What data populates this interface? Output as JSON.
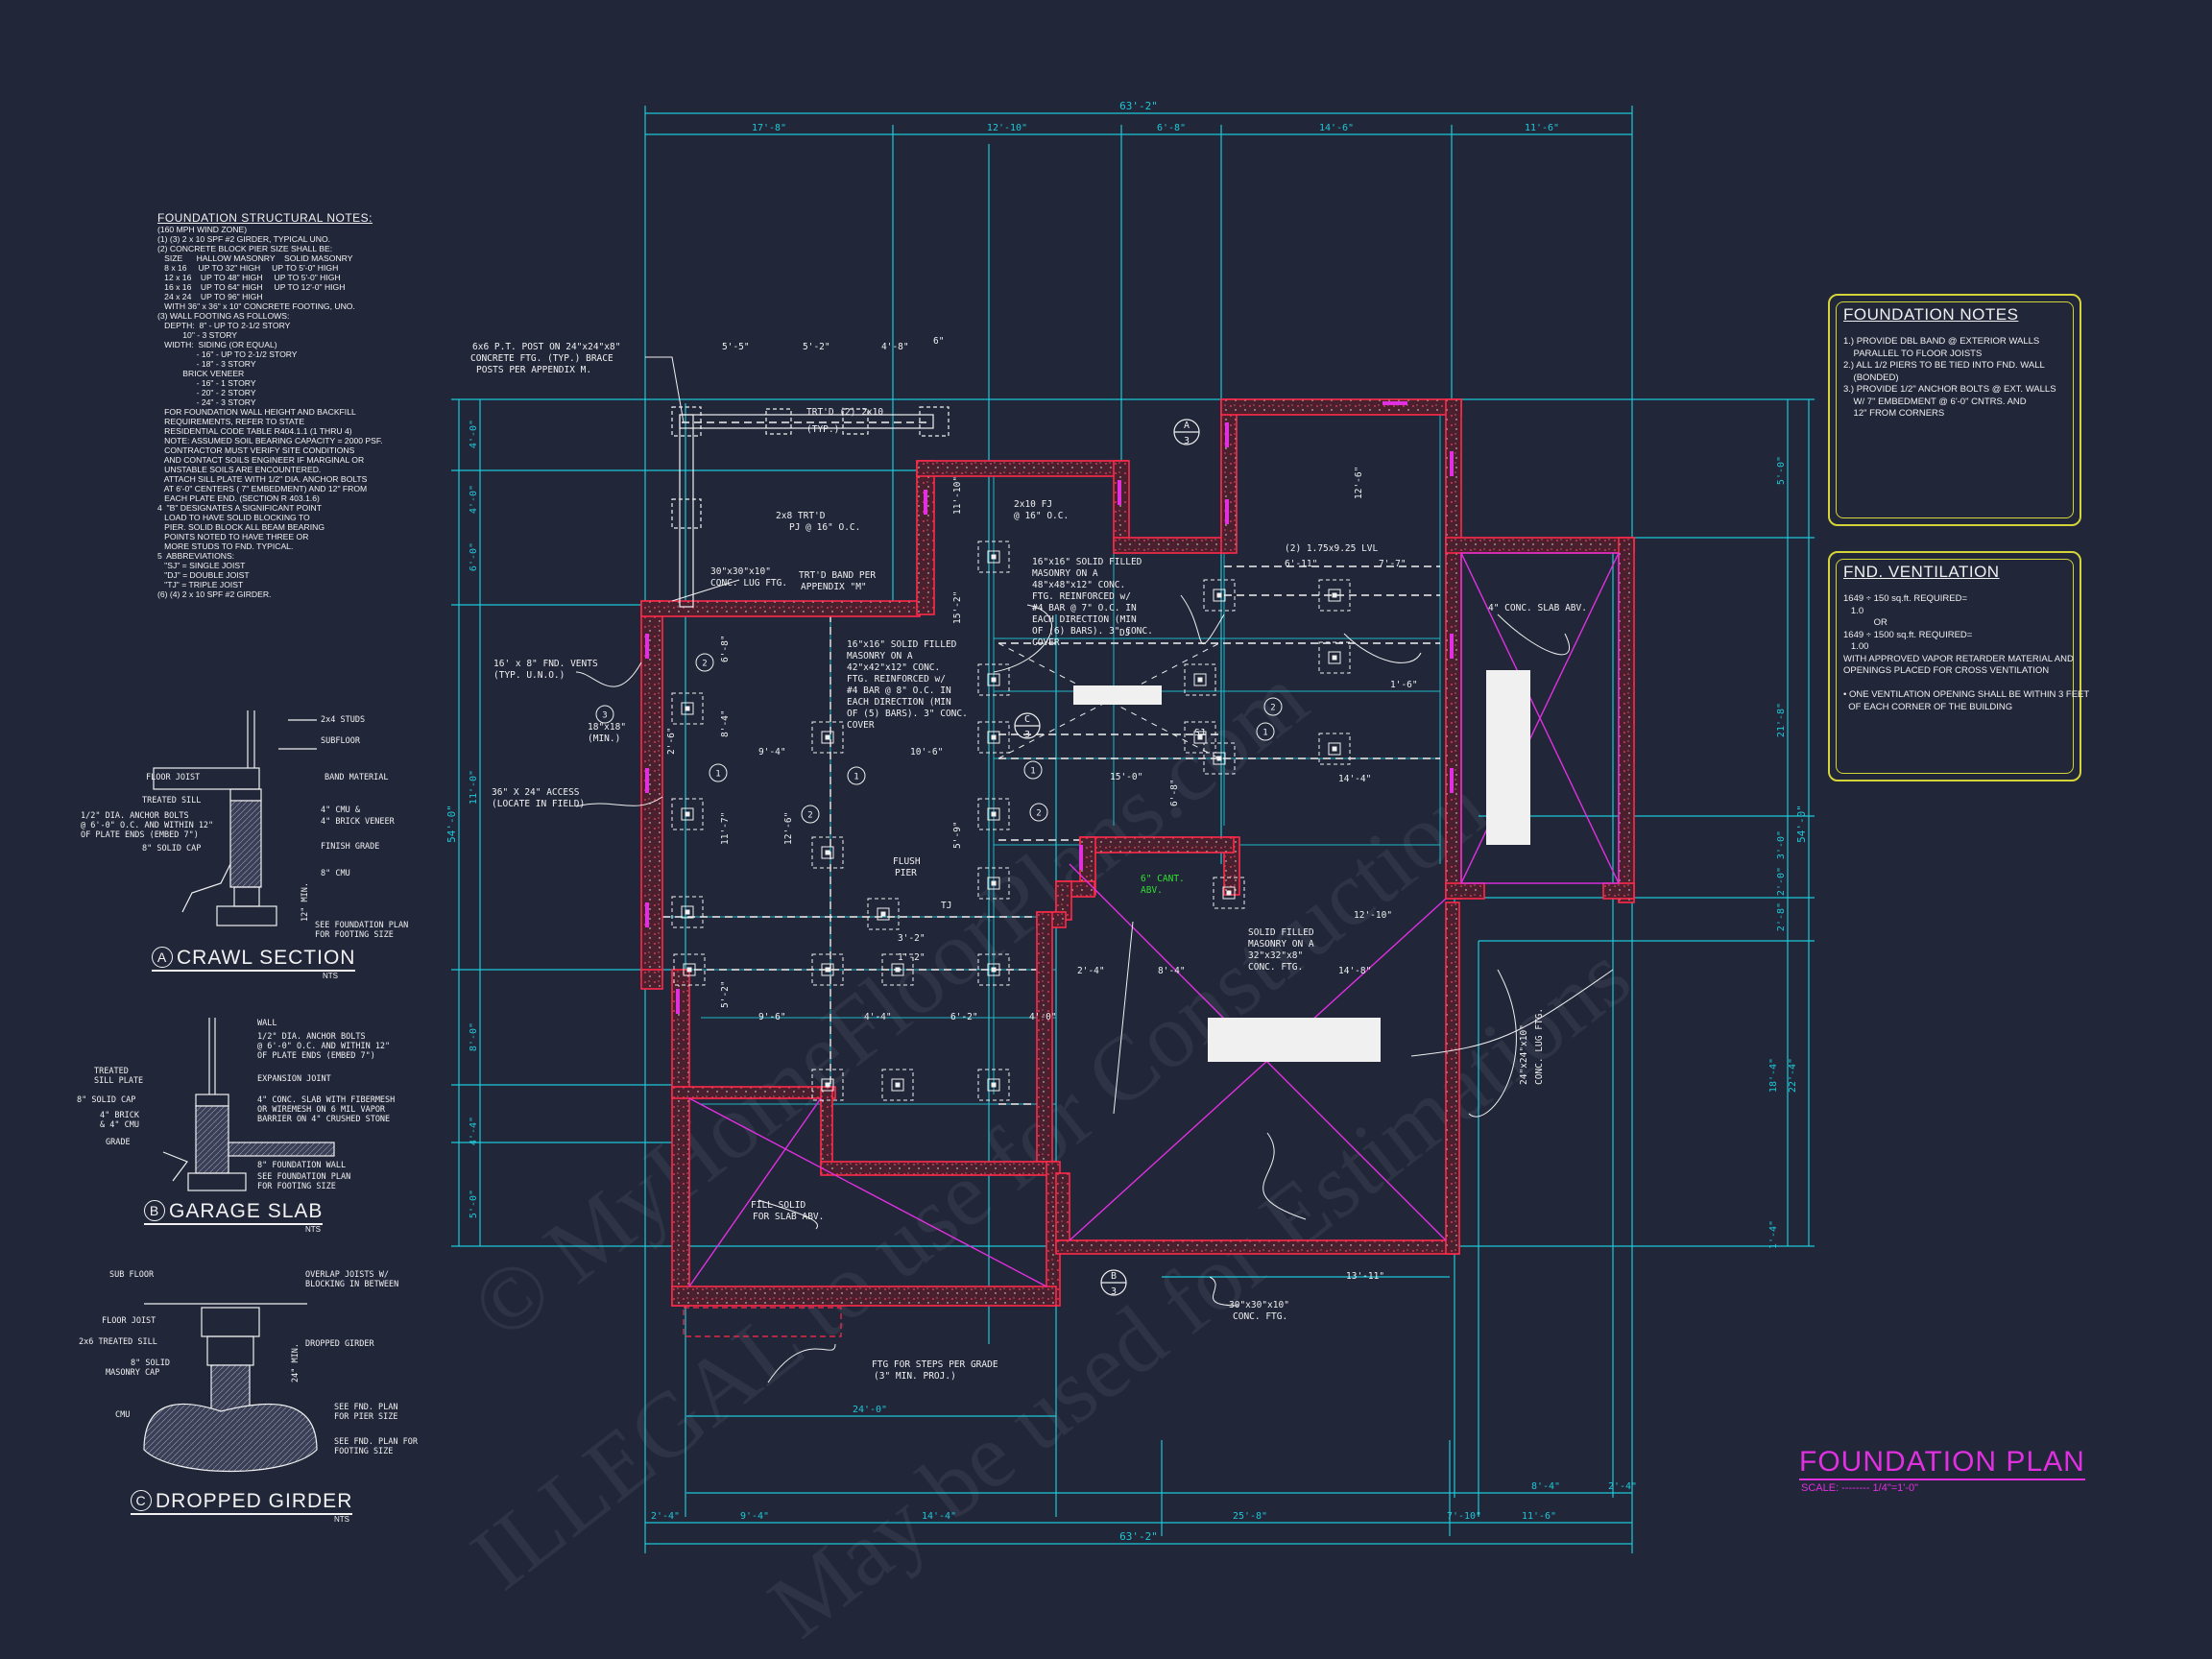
{
  "colors": {
    "background": "#212639",
    "dim": "#1ec8d8",
    "wall": "#ff2a4a",
    "magenta": "#e030e0",
    "white": "#f0f0f0",
    "yellow": "#d4d43a",
    "green": "#30e030"
  },
  "watermarks": [
    "© MyHomeFloorPlans.com",
    "ILLEGAL to use for Construction",
    "May be used for Estimations"
  ],
  "structural_notes": {
    "title": "FOUNDATION STRUCTURAL NOTES:",
    "lines": [
      "(160 MPH WIND ZONE)",
      "(1) (3) 2 x 10 SPF #2 GIRDER, TYPICAL UNO.",
      "(2) CONCRETE BLOCK PIER SIZE SHALL BE:",
      "   SIZE      HALLOW MASONRY    SOLID MASONRY",
      "   8 x 16     UP TO 32\" HIGH     UP TO 5'-0\" HIGH",
      "   12 x 16    UP TO 48\" HIGH     UP TO 5'-0\" HIGH",
      "   16 x 16    UP TO 64\" HIGH     UP TO 12'-0\" HIGH",
      "   24 x 24    UP TO 96\" HIGH",
      "   WITH 36\" x 36\" x 10\" CONCRETE FOOTING, UNO.",
      "",
      "(3) WALL FOOTING AS FOLLOWS:",
      "   DEPTH:  8\" - UP TO 2-1/2 STORY",
      "           10\" - 3 STORY",
      "",
      "   WIDTH:  SIDING (OR EQUAL)",
      "                 - 16\" - UP TO 2-1/2 STORY",
      "                 - 18\" - 3 STORY",
      "           BRICK VENEER",
      "                 - 16\" - 1 STORY",
      "                 - 20\" - 2 STORY",
      "                 - 24\" - 3 STORY",
      "",
      "   FOR FOUNDATION WALL HEIGHT AND BACKFILL",
      "   REQUIREMENTS, REFER TO STATE",
      "   RESIDENTIAL CODE TABLE R404.1.1 (1 THRU 4)",
      "   NOTE: ASSUMED SOIL BEARING CAPACITY = 2000 PSF.",
      "   CONTRACTOR MUST VERIFY SITE CONDITIONS",
      "   AND CONTACT SOILS ENGINEER IF MARGINAL OR",
      "   UNSTABLE SOILS ARE ENCOUNTERED.",
      "",
      "   ATTACH SILL PLATE WITH 1/2\" DIA. ANCHOR BOLTS",
      "   AT 6'-0\" CENTERS ( 7\" EMBEDMENT) AND 12\" FROM",
      "   EACH PLATE END. (SECTION R 403.1.6)",
      "",
      "4  \"B\" DESIGNATES A SIGNIFICANT POINT",
      "   LOAD TO HAVE SOLID BLOCKING TO",
      "   PIER. SOLID BLOCK ALL BEAM BEARING",
      "   POINTS NOTED TO HAVE THREE OR",
      "   MORE STUDS TO FND. TYPICAL.",
      "",
      "5  ABBREVIATIONS:",
      "",
      "   \"SJ\" = SINGLE JOIST",
      "   \"DJ\" = DOUBLE JOIST",
      "   \"TJ\" = TRIPLE JOIST",
      "(6) (4) 2 x 10 SPF #2 GIRDER."
    ]
  },
  "foundation_notes": {
    "title": "FOUNDATION NOTES",
    "lines": [
      "1.) PROVIDE DBL BAND @ EXTERIOR WALLS",
      "    PARALLEL TO FLOOR JOISTS",
      "2.) ALL 1/2 PIERS TO BE TIED INTO FND. WALL",
      "    (BONDED)",
      "3.) PROVIDE 1/2\" ANCHOR BOLTS @ EXT. WALLS",
      "    W/ 7\" EMBEDMENT @ 6'-0\" CNTRS. AND",
      "    12\" FROM CORNERS"
    ]
  },
  "ventilation": {
    "title": "FND. VENTILATION",
    "lines": [
      "1649 ÷ 150 sq.ft. REQUIRED=",
      "   1.0",
      "            OR",
      "1649 ÷ 1500 sq.ft. REQUIRED=",
      "   1.00",
      "WITH APPROVED VAPOR RETARDER MATERIAL AND",
      "OPENINGS PLACED FOR CROSS VENTILATION",
      "",
      "• ONE VENTILATION OPENING SHALL BE WITHIN 3 FEET",
      "  OF EACH CORNER OF THE BUILDING"
    ]
  },
  "plan": {
    "title": "FOUNDATION PLAN",
    "scale": "SCALE: -------- 1/4\"=1'-0\""
  },
  "sections": {
    "a": {
      "letter": "A",
      "title": "CRAWL SECTION",
      "nts": "NTS"
    },
    "b": {
      "letter": "B",
      "title": "GARAGE SLAB",
      "nts": "NTS"
    },
    "c": {
      "letter": "C",
      "title": "DROPPED GIRDER",
      "nts": "NTS"
    }
  },
  "section_labels": {
    "a": [
      "2x4 STUDS",
      "SUBFLOOR",
      "FLOOR JOIST",
      "BAND MATERIAL",
      "TREATED SILL",
      "1/2\" DIA. ANCHOR BOLTS",
      "@ 6'-0\" O.C. AND WITHIN 12\"",
      "OF PLATE ENDS (EMBED 7\")",
      "4\" CMU &",
      "4\" BRICK VENEER",
      "FINISH GRADE",
      "8\" SOLID CAP",
      "8\" CMU",
      "12\" MIN.",
      "SEE FOUNDATION PLAN",
      "FOR FOOTING SIZE"
    ],
    "b": [
      "WALL",
      "1/2\" DIA. ANCHOR BOLTS",
      "@ 6'-0\" O.C. AND WITHIN 12\"",
      "OF PLATE ENDS (EMBED 7\")",
      "TREATED",
      "SILL PLATE",
      "EXPANSION JOINT",
      "8\" SOLID CAP",
      "4\" CONC. SLAB WITH FIBERMESH",
      "OR WIREMESH ON 6 MIL VAPOR",
      "BARRIER ON 4\" CRUSHED STONE",
      "4\" BRICK",
      "& 4\" CMU",
      "GRADE",
      "8\" FOUNDATION WALL",
      "SEE FOUNDATION PLAN",
      "FOR FOOTING SIZE"
    ],
    "c": [
      "SUB FLOOR",
      "OVERLAP JOISTS W/",
      "BLOCKING IN BETWEEN",
      "FLOOR JOIST",
      "2x6 TREATED SILL",
      "DROPPED GIRDER",
      "8\" SOLID",
      "MASONRY CAP",
      "24\" MIN.",
      "CMU",
      "SEE FND. PLAN",
      "FOR PIER SIZE",
      "SEE FND. PLAN FOR",
      "FOOTING SIZE"
    ]
  },
  "dims_top": {
    "overall": "63'-2\"",
    "segments": [
      "17'-8\"",
      "12'-10\"",
      "6'-8\"",
      "14'-6\"",
      "11'-6\""
    ]
  },
  "dims_bottom": {
    "overall": "63'-2\"",
    "segments": [
      "2'-4\"",
      "9'-4\"",
      "14'-4\"",
      "25'-8\"",
      "7'-10\"",
      "11'-6\""
    ],
    "inner": [
      "24'-0\"",
      "8'-4\"",
      "2'-4\""
    ]
  },
  "dims_left": {
    "overall": "54'-0\"",
    "segments": [
      "4'-0\"",
      "4'-0\"",
      "6'-0\"",
      "11'-0\"",
      "8'-0\"",
      "4'-4\"",
      "5'-0\""
    ]
  },
  "dims_right": {
    "overall": "54'-0\"",
    "segments": [
      "5'-0\"",
      "21'-8\"",
      "3'-0\"",
      "2'-0\"",
      "2'-8\"",
      "18'-4\"",
      "22'-4\"",
      "1'-4\""
    ]
  },
  "callouts": [
    "6x6 P.T. POST ON 24\"x24\"x8\"",
    "CONCRETE FTG. (TYP.) BRACE",
    "POSTS PER APPENDIX M.",
    "TRT'D (2) 2x10",
    "(TYP.)",
    "2x8 TRT'D",
    "PJ @ 16\" O.C.",
    "30\"x30\"x10\"",
    "CONC. LUG FTG.",
    "TRT'D BAND PER",
    "APPENDIX \"M\"",
    "16' x 8\" FND. VENTS",
    "(TYP. U.N.O.)",
    "18\"x18\"",
    "(MIN.)",
    "36\" X 24\" ACCESS",
    "(LOCATE IN FIELD)",
    "2x10 FJ",
    "@ 16\" O.C.",
    "FLUSH",
    "PIER",
    "DJ",
    "TJ",
    "SJ",
    "16\"x16\" SOLID FILLED",
    "MASONRY ON A",
    "42\"x42\"x12\" CONC.",
    "FTG. REINFORCED w/",
    "#4 BAR @ 8\" O.C. IN",
    "EACH DIRECTION (MIN",
    "OF (5) BARS). 3\" CONC.",
    "COVER",
    "16\"x16\" SOLID FILLED",
    "MASONRY ON A",
    "48\"x48\"x12\" CONC.",
    "FTG. REINFORCED w/",
    "#4 BAR @ 7\" O.C. IN",
    "EACH DIRECTION (MIN",
    "OF (6) BARS). 3\" CONC.",
    "COVER",
    "(2) 1.75x9.25 LVL",
    "4\" CONC. SLAB ABV.",
    "6\" CANT.",
    "ABV.",
    "SOLID FILLED",
    "MASONRY ON A",
    "32\"x32\"x8\"",
    "CONC. FTG.",
    "24\"x24\"x10\"",
    "CONC. LUG FTG.",
    "FILL SOLID",
    "FOR SLAB ABV.",
    "FTG FOR STEPS PER GRADE",
    "(3\" MIN. PROJ.)",
    "30\"x30\"x10\"",
    "CONC. FTG."
  ],
  "inner_dims": [
    "5'-5\"",
    "5'-2\"",
    "4'-8\"",
    "6\"",
    "9'-4\"",
    "10'-6\"",
    "15'-0\"",
    "6'-11\"",
    "7'-7\"",
    "1'-6\"",
    "14'-4\"",
    "12'-10\"",
    "14'-8\"",
    "8'-4\"",
    "2'-4\"",
    "9'-6\"",
    "4'-4\"",
    "6'-2\"",
    "4'-0\"",
    "13'-11\"",
    "3'-2\"",
    "1'-2\"",
    "2'-6\"",
    "6'-8\"",
    "8'-4\"",
    "11'-7\"",
    "5'-2\"",
    "12'-6\"",
    "11'-10\"",
    "15'-2\"",
    "5'-9\"",
    "6'-8\"",
    "12'-6\""
  ],
  "markers": {
    "circle": [
      "1",
      "2",
      "3"
    ],
    "section_tags": [
      {
        "letter": "A",
        "num": "3"
      },
      {
        "letter": "B",
        "num": "3"
      },
      {
        "letter": "C",
        "num": "3"
      }
    ]
  }
}
